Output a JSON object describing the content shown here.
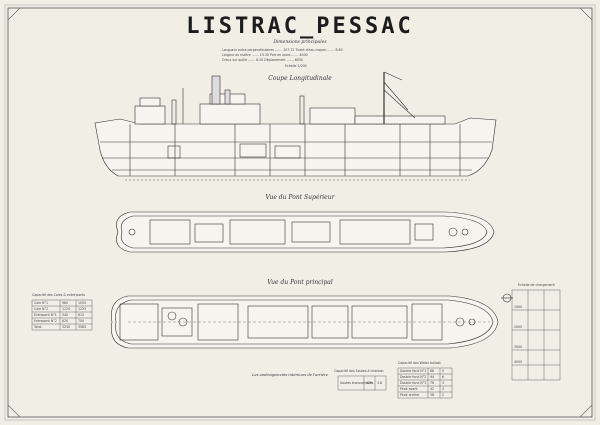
{
  "header": {
    "title": "LISTRAC_PESSAC",
    "dimensions_heading": "Dimensions principales",
    "dimension_rows": [
      "Longueur entre perpendiculaires ....... 107.72   Tirant d'eau moyen ....... 6.60",
      "Largeur au maître ....... 15.30   Port en lourd ....... 4000",
      "Creux sur quille ....... 8.20   Déplacement ....... 6030"
    ],
    "scale_note": "Echelle 1/200"
  },
  "views": {
    "longitudinal": "Coupe Longitudinale",
    "upper_deck": "Vue du Pont Supérieur",
    "main_deck": "Vue du Pont principal"
  },
  "tables": {
    "left_heading": "Capacité des Cales & entre'ponts",
    "left_rows": [
      [
        "Cale N°1",
        "960",
        "1050"
      ],
      [
        "Cale N°2",
        "1120",
        "1225"
      ],
      [
        "Entrepont N°1",
        "540",
        "610"
      ],
      [
        "Entrepont N°2",
        "620",
        "700"
      ],
      [
        "Total",
        "3240",
        "3585"
      ]
    ],
    "middle_heading": "Capacité des Soutes à charbon",
    "middle_rows": [
      [
        "Soutes transversales",
        "420",
        "3.8"
      ]
    ],
    "right_heading": "Capacité des Water ballast",
    "right_rows": [
      [
        "Double fond N°1",
        "88",
        "5"
      ],
      [
        "Double fond N°2",
        "94",
        "6"
      ],
      [
        "Double fond N°3",
        "76",
        "4"
      ],
      [
        "Peak avant",
        "42",
        "3"
      ],
      [
        "Peak arrière",
        "38",
        "2"
      ]
    ],
    "load_scale_heading": "Echelle de chargement",
    "load_scale_marks": [
      "1000",
      "2000",
      "3000",
      "4000"
    ]
  },
  "footer": {
    "note": "Les aménagements intérieurs de l'arrière"
  }
}
